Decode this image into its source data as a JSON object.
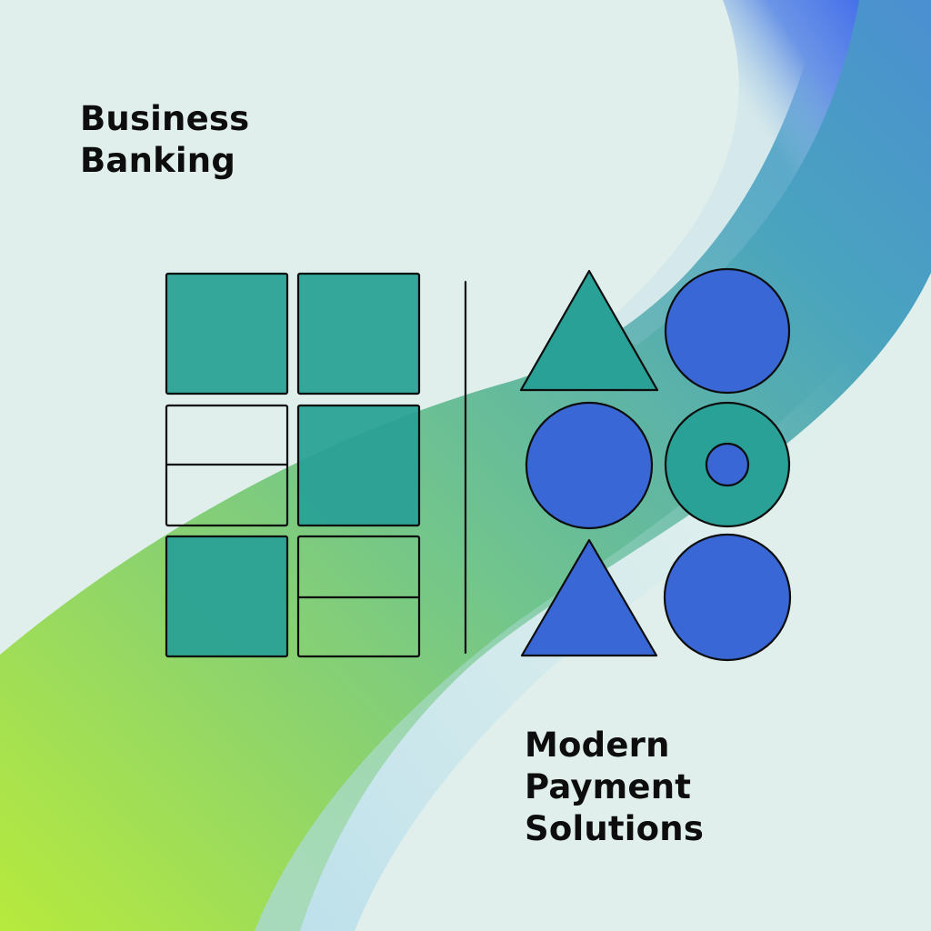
{
  "headline_top": {
    "line1": "Business",
    "line2": "Banking"
  },
  "headline_bottom": {
    "line1": "Modern",
    "line2": "Payment",
    "line3": "Solutions"
  },
  "colors": {
    "background": "#e0efec",
    "teal": "#2aa196",
    "blue": "#3a67d6",
    "lime": "#b7ea3c",
    "outline": "#0d0d0d"
  }
}
